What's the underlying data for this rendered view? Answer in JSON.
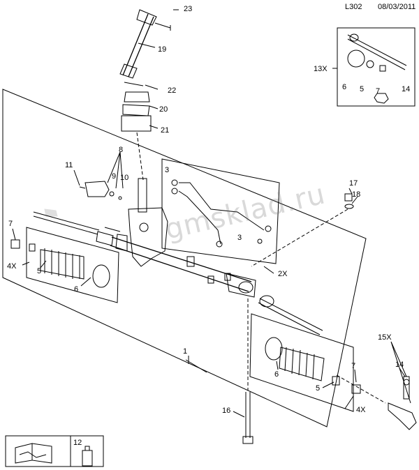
{
  "header": {
    "code": "L302",
    "date": "08/03/2011"
  },
  "watermark": "gmsklad.ru",
  "callouts": {
    "c23": "23",
    "c19": "19",
    "c22": "22",
    "c20": "20",
    "c21": "21",
    "c8": "8",
    "c9": "9",
    "c10": "10",
    "c11": "11",
    "c3a": "3",
    "c3b": "3",
    "c17": "17",
    "c18": "18",
    "c7a": "7",
    "c4x": "4X",
    "c5a": "5",
    "c6a": "6",
    "c2x": "2X",
    "c1": "1",
    "c15x": "15X",
    "c14b": "14",
    "c7b": "7",
    "c6b": "6",
    "c5b": "5",
    "c4xb": "4X",
    "c16": "16",
    "c12": "12",
    "c13x": "13X",
    "c6c": "6",
    "c5c": "5",
    "c7c": "7",
    "c14a": "14"
  }
}
